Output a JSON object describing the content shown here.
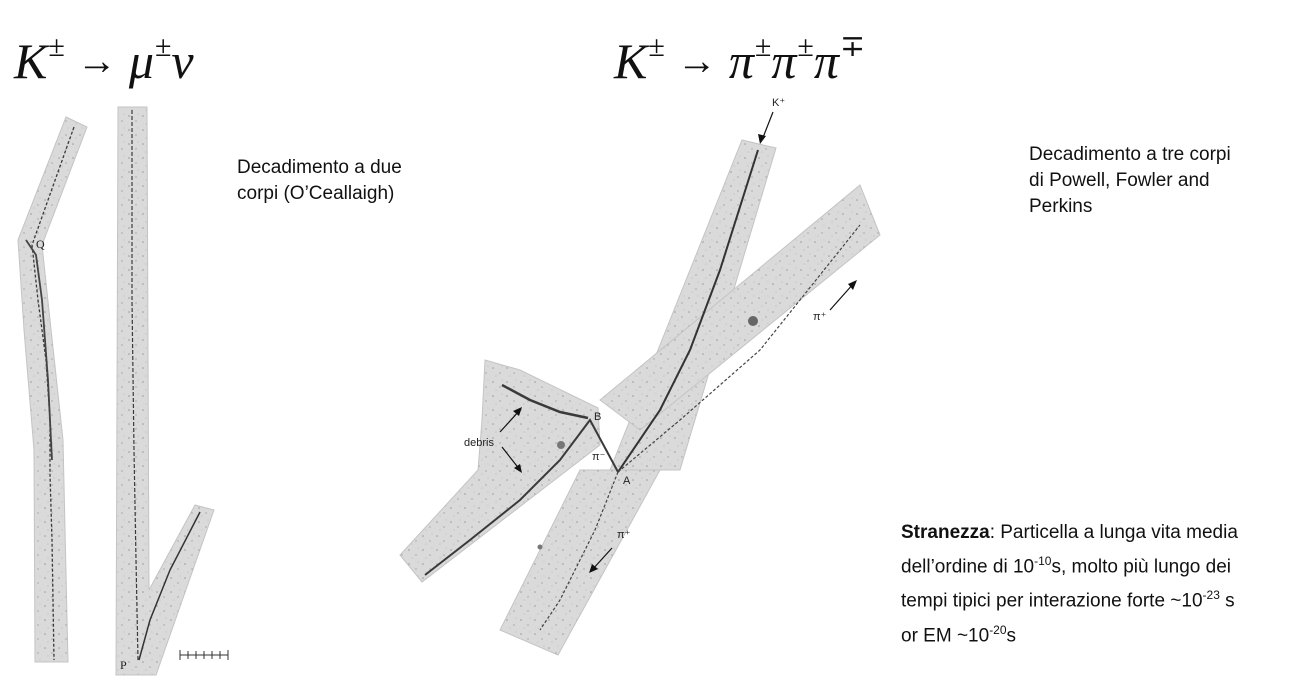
{
  "formulas": {
    "left": {
      "K": "K",
      "K_sup": "±",
      "arrow": "→",
      "p1": "μ",
      "p1_sup": "±",
      "p2": "ν"
    },
    "right": {
      "K": "K",
      "K_sup": "±",
      "arrow": "→",
      "p1": "π",
      "p1_sup": "±",
      "p2": "π",
      "p2_sup": "±",
      "p3": "π",
      "p3_sup": "∓"
    }
  },
  "captions": {
    "two_body_line1": "Decadimento a due",
    "two_body_line2": "corpi  (O’Ceallaigh)",
    "three_body_line1": "Decadimento a tre corpi",
    "three_body_line2": "di Powell, Fowler and",
    "three_body_line3": "Perkins"
  },
  "strangeness": {
    "bold": "Stranezza",
    "line1_rest": ": Particella a lunga vita media",
    "line2_pre": "dell’ordine di 10",
    "line2_sup": "-10",
    "line2_post": "s, molto più lungo dei",
    "line3_pre": "tempi tipici per interazione forte ~10",
    "line3_sup": "-23",
    "line3_post": " s",
    "line4_pre": "or EM ~10",
    "line4_sup": "-20",
    "line4_post": "s"
  },
  "photo_labels": {
    "left_Q": "Q",
    "left_P": "P",
    "kplus": "K⁺",
    "pi_plus_upper": "π⁺",
    "pi_plus_lower": "π⁺",
    "pi_minus": "π⁻",
    "point_B": "B",
    "point_A": "A",
    "debris": "debris"
  },
  "colors": {
    "emulsion": "#dcdcdc",
    "track": "#3a3a3a",
    "text": "#111111"
  }
}
